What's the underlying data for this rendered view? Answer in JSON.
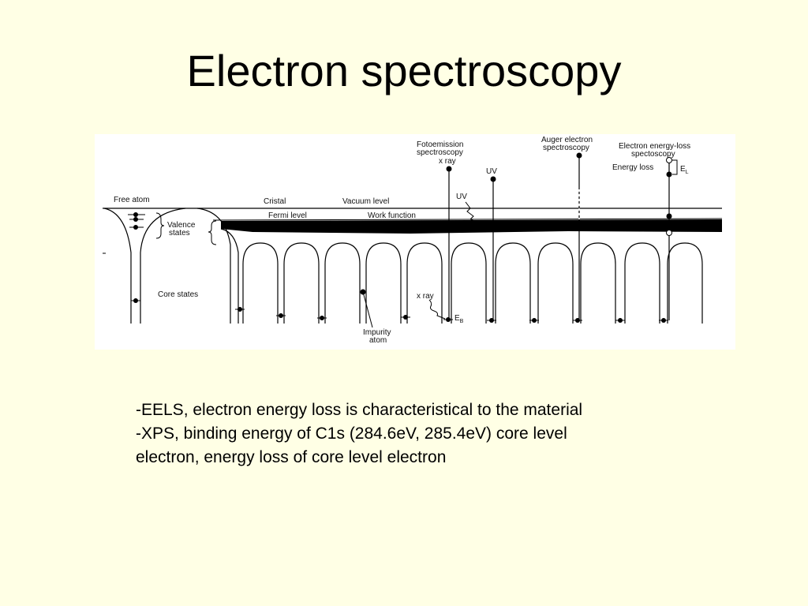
{
  "slide": {
    "title": "Electron spectroscopy",
    "body_lines": [
      "-EELS, electron energy loss is characteristical to the material",
      "-XPS, binding energy of C1s (284.6eV, 285.4eV) core level",
      "electron, energy loss of core level electron"
    ]
  },
  "diagram": {
    "labels": {
      "free_atom": "Free atom",
      "cristal": "Cristal",
      "vacuum_level": "Vacuum level",
      "fermi_level": "Fermi level",
      "work_function": "Work function",
      "valence_states_1": "Valence",
      "valence_states_2": "states",
      "core_states": "Core states",
      "impurity_atom_1": "Impurity",
      "impurity_atom_2": "atom",
      "fotoemission_1": "Fotoemission",
      "fotoemission_2": "spectroscopy",
      "x_ray_top": "x ray",
      "uv_top": "UV",
      "uv_mid": "UV",
      "auger_1": "Auger electron",
      "auger_2": "spectroscopy",
      "eels_1": "Electron energy-loss",
      "eels_2": "spectoscopy",
      "energy_loss": "Energy loss",
      "el_main": "E",
      "el_sub": "L",
      "x_ray_bottom": "x ray",
      "eb_main": "E",
      "eb_sub": "B"
    }
  }
}
